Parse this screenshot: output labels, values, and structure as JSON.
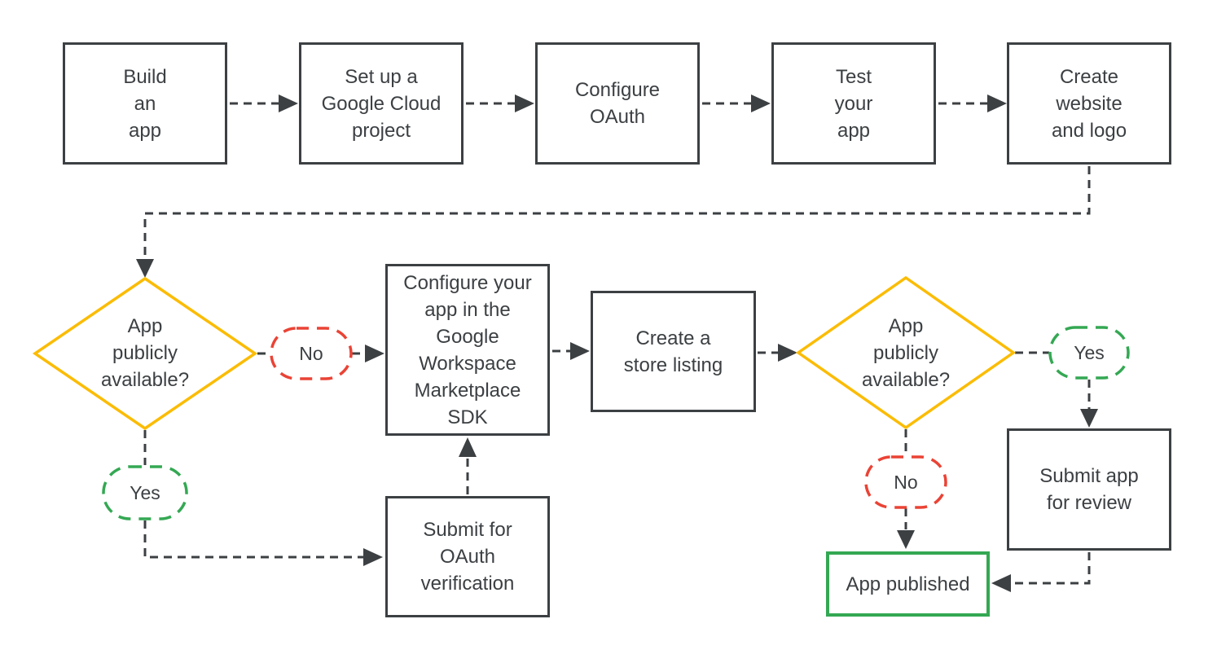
{
  "colors": {
    "background": "#FFFFFF",
    "line": "#3C4043",
    "text": "#3C4043",
    "yellow": "#FBBC04",
    "red": "#EA4335",
    "green": "#34A853"
  },
  "nodes": {
    "build_app": {
      "type": "process",
      "label": "Build\nan\napp"
    },
    "setup_project": {
      "type": "process",
      "label": "Set up a\nGoogle Cloud\nproject"
    },
    "configure_oauth": {
      "type": "process",
      "label": "Configure\nOAuth"
    },
    "test_app": {
      "type": "process",
      "label": "Test\nyour\napp"
    },
    "create_website": {
      "type": "process",
      "label": "Create\nwebsite\nand logo"
    },
    "decision1": {
      "type": "decision",
      "label": "App\npublicly\navailable?"
    },
    "no1": {
      "type": "branch-no",
      "label": "No"
    },
    "configure_sdk": {
      "type": "process",
      "label": "Configure your\napp in the\nGoogle\nWorkspace\nMarketplace\nSDK"
    },
    "store_listing": {
      "type": "process",
      "label": "Create a\nstore listing"
    },
    "decision2": {
      "type": "decision",
      "label": "App\npublicly\navailable?"
    },
    "yes2": {
      "type": "branch-yes",
      "label": "Yes"
    },
    "submit_review": {
      "type": "process",
      "label": "Submit app\nfor review"
    },
    "no2": {
      "type": "branch-no",
      "label": "No"
    },
    "app_published": {
      "type": "terminal",
      "label": "App published"
    },
    "yes1": {
      "type": "branch-yes",
      "label": "Yes"
    },
    "submit_oauth": {
      "type": "process",
      "label": "Submit for\nOAuth\nverification"
    }
  }
}
